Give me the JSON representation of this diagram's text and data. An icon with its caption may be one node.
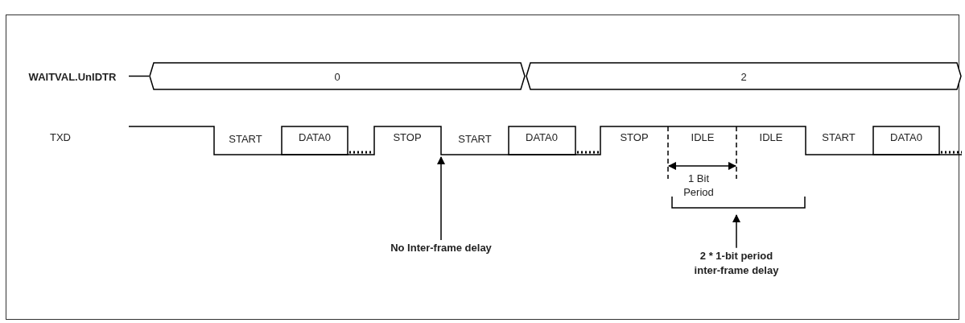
{
  "diagram": {
    "nodes": [
      {
        "text": [
          "0"
        ]
      },
      {
        "text": [
          "2"
        ]
      },
      {
        "text": [
          "No Inter-frame delay"
        ]
      },
      {
        "text": [
          "2 * 1-bit period inter-frame delay"
        ]
      },
      {
        "text": [],
        "shape": "picture"
      },
      {
        "text": [],
        "shape": "bracket"
      }
    ],
    "edges": [
      {
        "from": 2,
        "to": 4,
        "arrow": "to"
      },
      {
        "from": 3,
        "to": 5,
        "arrow": "to"
      }
    ],
    "labels": [
      "WAITVAL.UnIDTR",
      "TXD",
      "START",
      "DATA0",
      "STOP",
      "START",
      "DATA0",
      "STOP",
      "IDLE",
      "IDLE",
      "START",
      "DATA0",
      "1 Bit Period"
    ]
  }
}
